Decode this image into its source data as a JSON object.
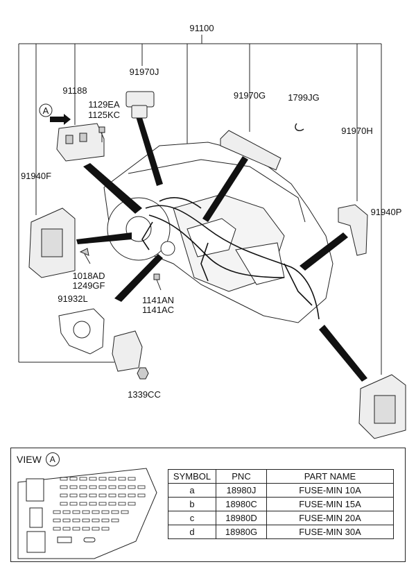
{
  "labels": {
    "main": "91100",
    "l91970J": "91970J",
    "l91188": "91188",
    "l1129EA": "1129EA",
    "l1125KC": "1125KC",
    "l91970G": "91970G",
    "l1799JG": "1799JG",
    "l91970H": "91970H",
    "l91940F": "91940F",
    "l91940P": "91940P",
    "l1018AD": "1018AD",
    "l1249GF": "1249GF",
    "l91932L": "91932L",
    "l1141AN": "1141AN",
    "l1141AC": "1141AC",
    "l1339CC": "1339CC",
    "view_marker": "A"
  },
  "view": {
    "title": "VIEW",
    "marker": "A"
  },
  "table": {
    "headers": [
      "SYMBOL",
      "PNC",
      "PART NAME"
    ],
    "rows": [
      [
        "a",
        "18980J",
        "FUSE-MIN 10A"
      ],
      [
        "b",
        "18980C",
        "FUSE-MIN 15A"
      ],
      [
        "c",
        "18980D",
        "FUSE-MIN 20A"
      ],
      [
        "d",
        "18980G",
        "FUSE-MIN 30A"
      ]
    ]
  }
}
